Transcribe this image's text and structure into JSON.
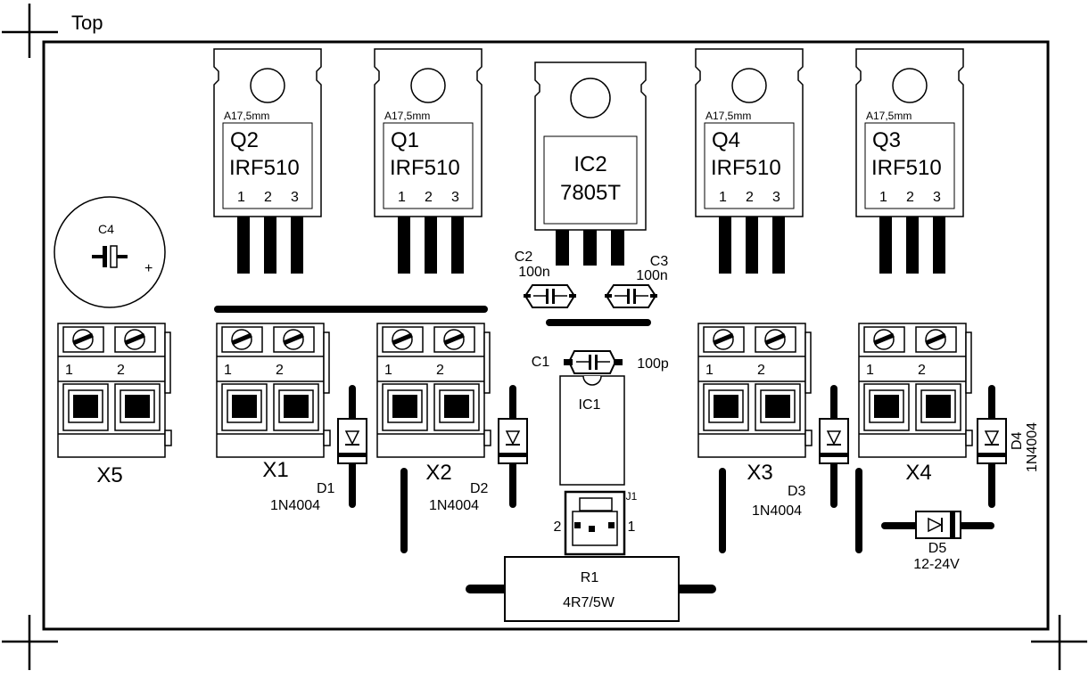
{
  "title": "Top",
  "transistors": [
    {
      "ref": "Q2",
      "value": "IRF510",
      "note": "A17,5mm",
      "pins": [
        "1",
        "2",
        "3"
      ]
    },
    {
      "ref": "Q1",
      "value": "IRF510",
      "note": "A17,5mm",
      "pins": [
        "1",
        "2",
        "3"
      ]
    },
    {
      "ref": "Q4",
      "value": "IRF510",
      "note": "A17,5mm",
      "pins": [
        "1",
        "2",
        "3"
      ]
    },
    {
      "ref": "Q3",
      "value": "IRF510",
      "note": "A17,5mm",
      "pins": [
        "1",
        "2",
        "3"
      ]
    }
  ],
  "regulator": {
    "ref": "IC2",
    "value": "7805T"
  },
  "c4": {
    "ref": "C4",
    "polarity": "+"
  },
  "c2": {
    "ref": "C2",
    "value": "100n"
  },
  "c3": {
    "ref": "C3",
    "value": "100n"
  },
  "c1": {
    "ref": "C1",
    "value": "100p"
  },
  "ic1": {
    "ref": "IC1"
  },
  "terminals": [
    {
      "ref": "X5",
      "pins": [
        "1",
        "2"
      ]
    },
    {
      "ref": "X1",
      "pins": [
        "1",
        "2"
      ]
    },
    {
      "ref": "X2",
      "pins": [
        "1",
        "2"
      ]
    },
    {
      "ref": "X3",
      "pins": [
        "1",
        "2"
      ]
    },
    {
      "ref": "X4",
      "pins": [
        "1",
        "2"
      ]
    }
  ],
  "diodes": [
    {
      "ref": "D1",
      "value": "1N4004"
    },
    {
      "ref": "D2",
      "value": "1N4004"
    },
    {
      "ref": "D3",
      "value": "1N4004"
    },
    {
      "ref": "D4",
      "value": "1N4004"
    },
    {
      "ref": "D5",
      "value": "12-24V"
    }
  ],
  "j1": {
    "ref": "J1",
    "pin_left": "2",
    "pin_right": "1"
  },
  "r1": {
    "ref": "R1",
    "value": "4R7/5W"
  },
  "colors": {
    "ink": "#000000",
    "paper": "#ffffff"
  }
}
